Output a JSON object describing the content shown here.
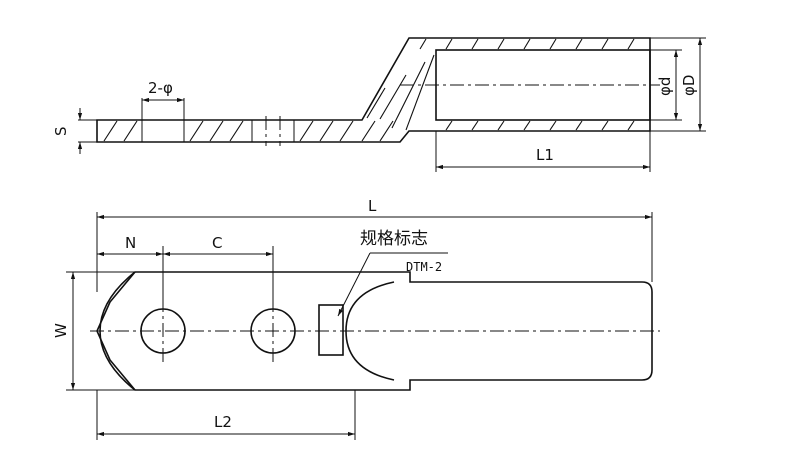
{
  "labels": {
    "s": "S",
    "hole": "2-φ",
    "d_inner": "φd",
    "d_outer": "φD",
    "l1": "L1",
    "l_total": "L",
    "n": "N",
    "c": "C",
    "w": "W",
    "l2": "L2",
    "marking_cn": "规格标志",
    "marking_code": "DTM-2"
  }
}
